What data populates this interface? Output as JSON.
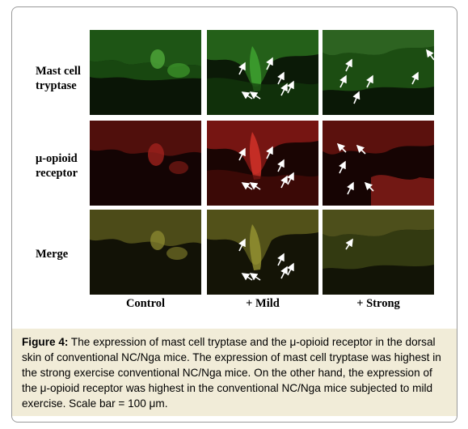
{
  "rows": [
    {
      "label_line1": "Mast cell",
      "label_line2": "tryptase"
    },
    {
      "label_line1": "μ-opioid",
      "label_line2": "receptor"
    },
    {
      "label_line1": "Merge",
      "label_line2": ""
    }
  ],
  "columns": [
    "Control",
    "+ Mild",
    "+ Strong"
  ],
  "caption": {
    "label": "Figure 4:",
    "text": " The expression of mast cell tryptase and the μ-opioid receptor in the dorsal skin of conventional NC/Nga mice. The expression of mast cell tryptase was highest in the strong exercise conventional NC/Nga mice. On the other hand, the expression of the μ-opioid receptor was highest in the conventional NC/Nga mice subjected to mild exercise.  Scale bar = 100 μm."
  },
  "colors": {
    "tryptase_channel": "#2f8a22",
    "opioid_channel": "#b4201c",
    "merge_channel": "#6b6a22",
    "caption_background": "#f1ecd8"
  }
}
